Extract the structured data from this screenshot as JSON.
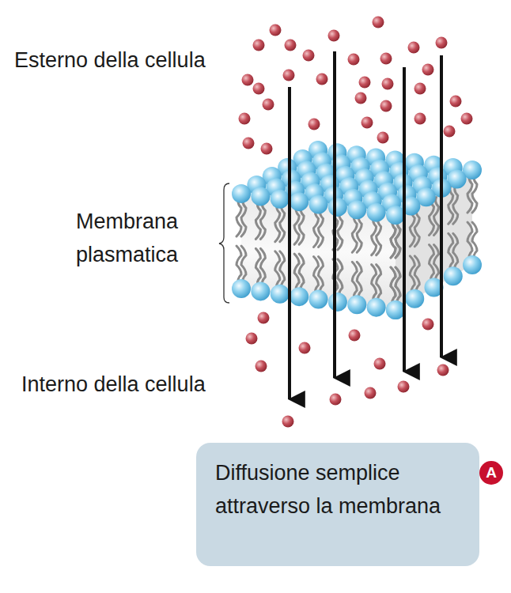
{
  "diagram": {
    "nodes": [
      {
        "text": [
          "Diffusione semplice attraverso la membrana"
        ]
      },
      {
        "text": [
          "A"
        ]
      }
    ],
    "labels": [
      "Esterno della cellula",
      "Membrana plasmatica",
      "Interno della cellula"
    ]
  }
}
